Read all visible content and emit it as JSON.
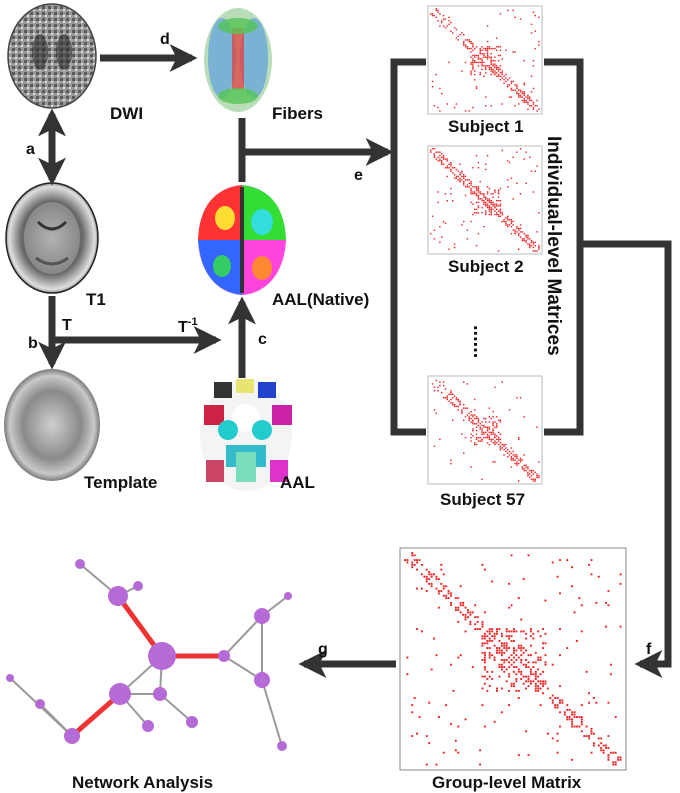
{
  "labels": {
    "dwi": "DWI",
    "fibers": "Fibers",
    "t1": "T1",
    "template": "Template",
    "aal_native": "AAL(Native)",
    "aal": "AAL",
    "subject1": "Subject 1",
    "subject2": "Subject 2",
    "subject57": "Subject 57",
    "dots": "......",
    "individual_matrices": "Individual-level Matrices",
    "group_matrix": "Group-level Matrix",
    "network_analysis": "Network Analysis"
  },
  "steps": {
    "a": "a",
    "b": "b",
    "c": "c",
    "d": "d",
    "e": "e",
    "f": "f",
    "g": "g",
    "t": "T",
    "t_inv_base": "T",
    "t_inv_exp": "-1"
  },
  "colors": {
    "arrow": "#333333",
    "matrix_dot": "#ee2222",
    "node": "#b66ad6",
    "edge_highlight": "#ee3333",
    "edge_normal": "#999999"
  }
}
